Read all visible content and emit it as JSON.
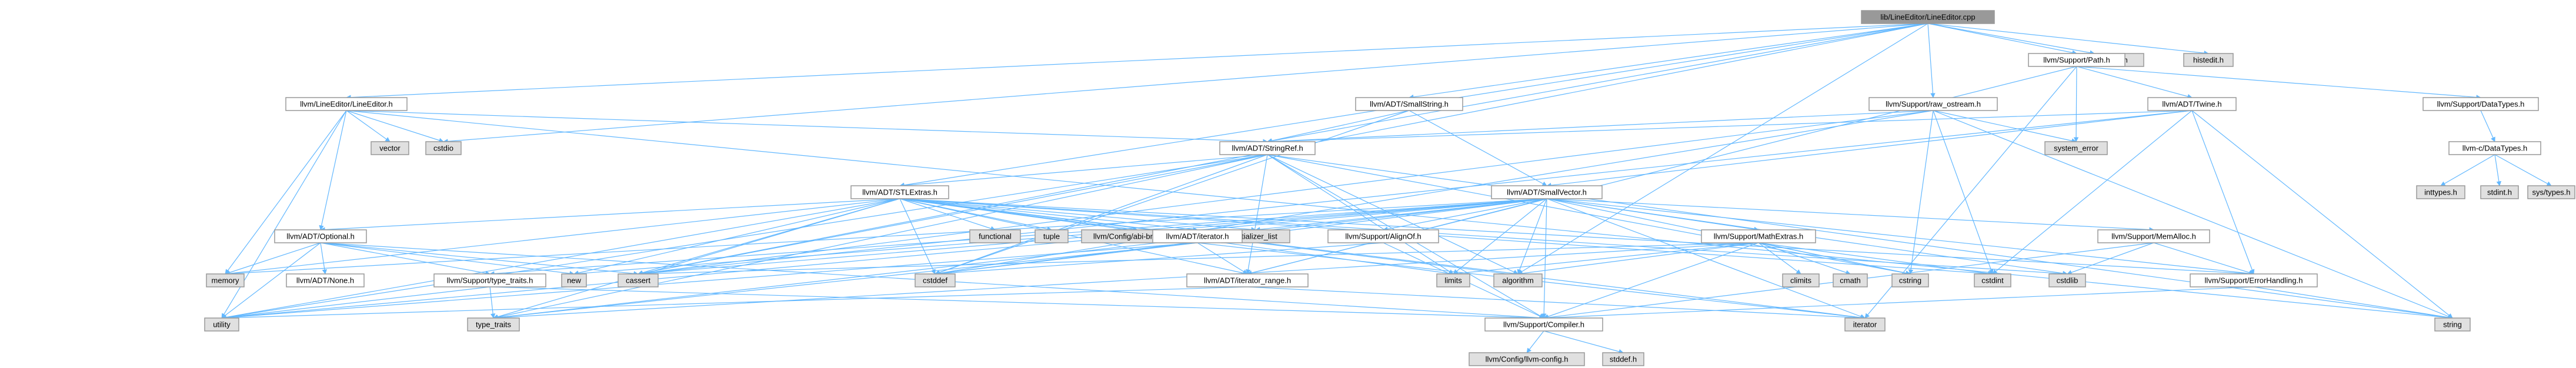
{
  "colors": {
    "root_fill": "#999999",
    "normal_fill": "#ffffff",
    "leaf_fill": "#e0e0e0",
    "border": "#999999",
    "edge": "#63b8ff"
  },
  "nodes": [
    {
      "id": "root",
      "label": "lib/LineEditor/LineEditor.cpp",
      "kind": "root"
    },
    {
      "id": "le_h",
      "label": "llvm/LineEditor/LineEditor.h",
      "kind": "normal"
    },
    {
      "id": "config",
      "label": "llvm/Config/config.h",
      "kind": "leaf"
    },
    {
      "id": "histedit",
      "label": "histedit.h",
      "kind": "leaf"
    },
    {
      "id": "path",
      "label": "llvm/Support/Path.h",
      "kind": "normal"
    },
    {
      "id": "datatypes",
      "label": "llvm/Support/DataTypes.h",
      "kind": "normal"
    },
    {
      "id": "c_datatypes",
      "label": "llvm-c/DataTypes.h",
      "kind": "normal"
    },
    {
      "id": "inttypes",
      "label": "inttypes.h",
      "kind": "leaf"
    },
    {
      "id": "stdint",
      "label": "stdint.h",
      "kind": "leaf"
    },
    {
      "id": "systypes",
      "label": "sys/types.h",
      "kind": "leaf"
    },
    {
      "id": "smallstring",
      "label": "llvm/ADT/SmallString.h",
      "kind": "normal"
    },
    {
      "id": "raw_ostream",
      "label": "llvm/Support/raw_ostream.h",
      "kind": "normal"
    },
    {
      "id": "twine",
      "label": "llvm/ADT/Twine.h",
      "kind": "normal"
    },
    {
      "id": "vector",
      "label": "vector",
      "kind": "leaf"
    },
    {
      "id": "cstdio",
      "label": "cstdio",
      "kind": "leaf"
    },
    {
      "id": "system_error",
      "label": "system_error",
      "kind": "leaf"
    },
    {
      "id": "stringref",
      "label": "llvm/ADT/StringRef.h",
      "kind": "normal"
    },
    {
      "id": "stlextras",
      "label": "llvm/ADT/STLExtras.h",
      "kind": "normal"
    },
    {
      "id": "smallvector",
      "label": "llvm/ADT/SmallVector.h",
      "kind": "normal"
    },
    {
      "id": "optional",
      "label": "llvm/ADT/Optional.h",
      "kind": "normal"
    },
    {
      "id": "functional",
      "label": "functional",
      "kind": "leaf"
    },
    {
      "id": "tuple",
      "label": "tuple",
      "kind": "leaf"
    },
    {
      "id": "abi_breaking",
      "label": "llvm/Config/abi-breaking.h",
      "kind": "leaf"
    },
    {
      "id": "initializer_list",
      "label": "initializer_list",
      "kind": "leaf"
    },
    {
      "id": "iterator_h",
      "label": "llvm/ADT/iterator.h",
      "kind": "normal"
    },
    {
      "id": "alignof",
      "label": "llvm/Support/AlignOf.h",
      "kind": "normal"
    },
    {
      "id": "mathextras",
      "label": "llvm/Support/MathExtras.h",
      "kind": "normal"
    },
    {
      "id": "memalloc",
      "label": "llvm/Support/MemAlloc.h",
      "kind": "normal"
    },
    {
      "id": "none",
      "label": "llvm/ADT/None.h",
      "kind": "normal"
    },
    {
      "id": "type_traits_h",
      "label": "llvm/Support/type_traits.h",
      "kind": "normal"
    },
    {
      "id": "iterator_range",
      "label": "llvm/ADT/iterator_range.h",
      "kind": "normal"
    },
    {
      "id": "errorhandling",
      "label": "llvm/Support/ErrorHandling.h",
      "kind": "normal"
    },
    {
      "id": "compiler",
      "label": "llvm/Support/Compiler.h",
      "kind": "normal"
    },
    {
      "id": "llvm_config",
      "label": "llvm/Config/llvm-config.h",
      "kind": "leaf"
    },
    {
      "id": "stddef",
      "label": "stddef.h",
      "kind": "leaf"
    },
    {
      "id": "memory",
      "label": "memory",
      "kind": "leaf"
    },
    {
      "id": "utility",
      "label": "utility",
      "kind": "leaf"
    },
    {
      "id": "new",
      "label": "new",
      "kind": "leaf"
    },
    {
      "id": "cassert",
      "label": "cassert",
      "kind": "leaf"
    },
    {
      "id": "cstddef",
      "label": "cstddef",
      "kind": "leaf"
    },
    {
      "id": "type_traits",
      "label": "type_traits",
      "kind": "leaf"
    },
    {
      "id": "limits",
      "label": "limits",
      "kind": "leaf"
    },
    {
      "id": "algorithm",
      "label": "algorithm",
      "kind": "leaf"
    },
    {
      "id": "climits",
      "label": "climits",
      "kind": "leaf"
    },
    {
      "id": "cmath",
      "label": "cmath",
      "kind": "leaf"
    },
    {
      "id": "cstring",
      "label": "cstring",
      "kind": "leaf"
    },
    {
      "id": "cstdint",
      "label": "cstdint",
      "kind": "leaf"
    },
    {
      "id": "cstdlib",
      "label": "cstdlib",
      "kind": "leaf"
    },
    {
      "id": "iterator",
      "label": "iterator",
      "kind": "leaf"
    },
    {
      "id": "string",
      "label": "string",
      "kind": "leaf"
    }
  ],
  "edges": [
    [
      "root",
      "le_h"
    ],
    [
      "root",
      "config"
    ],
    [
      "root",
      "histedit"
    ],
    [
      "root",
      "path"
    ],
    [
      "root",
      "smallstring"
    ],
    [
      "root",
      "raw_ostream"
    ],
    [
      "root",
      "stringref"
    ],
    [
      "root",
      "cstdio"
    ],
    [
      "root",
      "cassert"
    ],
    [
      "root",
      "algorithm"
    ],
    [
      "root",
      "stlextras"
    ],
    [
      "le_h",
      "optional"
    ],
    [
      "le_h",
      "stringref"
    ],
    [
      "le_h",
      "cstdio"
    ],
    [
      "le_h",
      "memory"
    ],
    [
      "le_h",
      "string"
    ],
    [
      "le_h",
      "utility"
    ],
    [
      "le_h",
      "vector"
    ],
    [
      "path",
      "twine"
    ],
    [
      "path",
      "datatypes"
    ],
    [
      "path",
      "iterator"
    ],
    [
      "path",
      "system_error"
    ],
    [
      "path",
      "iterator_range"
    ],
    [
      "datatypes",
      "c_datatypes"
    ],
    [
      "c_datatypes",
      "inttypes"
    ],
    [
      "c_datatypes",
      "stdint"
    ],
    [
      "c_datatypes",
      "systypes"
    ],
    [
      "smallstring",
      "smallvector"
    ],
    [
      "smallstring",
      "stringref"
    ],
    [
      "smallstring",
      "cstddef"
    ],
    [
      "raw_ostream",
      "stringref"
    ],
    [
      "raw_ostream",
      "system_error"
    ],
    [
      "raw_ostream",
      "cassert"
    ],
    [
      "raw_ostream",
      "cstddef"
    ],
    [
      "raw_ostream",
      "cstdint"
    ],
    [
      "raw_ostream",
      "cstring"
    ],
    [
      "raw_ostream",
      "string"
    ],
    [
      "twine",
      "smallvector"
    ],
    [
      "twine",
      "stringref"
    ],
    [
      "twine",
      "errorhandling"
    ],
    [
      "twine",
      "cassert"
    ],
    [
      "twine",
      "cstdint"
    ],
    [
      "twine",
      "string"
    ],
    [
      "stringref",
      "stlextras"
    ],
    [
      "stringref",
      "compiler"
    ],
    [
      "stringref",
      "iterator_range"
    ],
    [
      "stringref",
      "algorithm"
    ],
    [
      "stringref",
      "cassert"
    ],
    [
      "stringref",
      "cstddef"
    ],
    [
      "stringref",
      "cstring"
    ],
    [
      "stringref",
      "limits"
    ],
    [
      "stringref",
      "string"
    ],
    [
      "stringref",
      "type_traits"
    ],
    [
      "stringref",
      "utility"
    ],
    [
      "stlextras",
      "optional"
    ],
    [
      "stlextras",
      "iterator_h"
    ],
    [
      "stlextras",
      "iterator_range"
    ],
    [
      "stlextras",
      "errorhandling"
    ],
    [
      "stlextras",
      "abi_breaking"
    ],
    [
      "stlextras",
      "functional"
    ],
    [
      "stlextras",
      "tuple"
    ],
    [
      "stlextras",
      "initializer_list"
    ],
    [
      "stlextras",
      "memory"
    ],
    [
      "stlextras",
      "utility"
    ],
    [
      "stlextras",
      "new"
    ],
    [
      "stlextras",
      "cassert"
    ],
    [
      "stlextras",
      "cstddef"
    ],
    [
      "stlextras",
      "cstdint"
    ],
    [
      "stlextras",
      "cstdlib"
    ],
    [
      "stlextras",
      "iterator"
    ],
    [
      "stlextras",
      "limits"
    ],
    [
      "stlextras",
      "algorithm"
    ],
    [
      "stlextras",
      "type_traits"
    ],
    [
      "smallvector",
      "alignof"
    ],
    [
      "smallvector",
      "mathextras"
    ],
    [
      "smallvector",
      "memalloc"
    ],
    [
      "smallvector",
      "compiler"
    ],
    [
      "smallvector",
      "iterator_range"
    ],
    [
      "smallvector",
      "errorhandling"
    ],
    [
      "smallvector",
      "type_traits_h"
    ],
    [
      "smallvector",
      "algorithm"
    ],
    [
      "smallvector",
      "cassert"
    ],
    [
      "smallvector",
      "cstddef"
    ],
    [
      "smallvector",
      "cstdlib"
    ],
    [
      "smallvector",
      "cstring"
    ],
    [
      "smallvector",
      "initializer_list"
    ],
    [
      "smallvector",
      "iterator"
    ],
    [
      "smallvector",
      "limits"
    ],
    [
      "smallvector",
      "memory"
    ],
    [
      "smallvector",
      "new"
    ],
    [
      "smallvector",
      "type_traits"
    ],
    [
      "smallvector",
      "utility"
    ],
    [
      "optional",
      "none"
    ],
    [
      "optional",
      "compiler"
    ],
    [
      "optional",
      "type_traits_h"
    ],
    [
      "optional",
      "cassert"
    ],
    [
      "optional",
      "memory"
    ],
    [
      "optional",
      "new"
    ],
    [
      "optional",
      "utility"
    ],
    [
      "iterator_h",
      "iterator_range"
    ],
    [
      "iterator_h",
      "cstddef"
    ],
    [
      "iterator_h",
      "iterator"
    ],
    [
      "iterator_h",
      "type_traits"
    ],
    [
      "iterator_h",
      "utility"
    ],
    [
      "alignof",
      "compiler"
    ],
    [
      "alignof",
      "cstddef"
    ],
    [
      "mathextras",
      "compiler"
    ],
    [
      "mathextras",
      "algorithm"
    ],
    [
      "mathextras",
      "cassert"
    ],
    [
      "mathextras",
      "climits"
    ],
    [
      "mathextras",
      "cmath"
    ],
    [
      "mathextras",
      "cstdint"
    ],
    [
      "mathextras",
      "cstring"
    ],
    [
      "mathextras",
      "limits"
    ],
    [
      "mathextras",
      "type_traits"
    ],
    [
      "memalloc",
      "compiler"
    ],
    [
      "memalloc",
      "errorhandling"
    ],
    [
      "memalloc",
      "cstdlib"
    ],
    [
      "type_traits_h",
      "compiler"
    ],
    [
      "type_traits_h",
      "type_traits"
    ],
    [
      "type_traits_h",
      "utility"
    ],
    [
      "iterator_range",
      "iterator"
    ],
    [
      "iterator_range",
      "utility"
    ],
    [
      "errorhandling",
      "compiler"
    ],
    [
      "errorhandling",
      "string"
    ],
    [
      "compiler",
      "llvm_config"
    ],
    [
      "compiler",
      "stddef"
    ]
  ]
}
